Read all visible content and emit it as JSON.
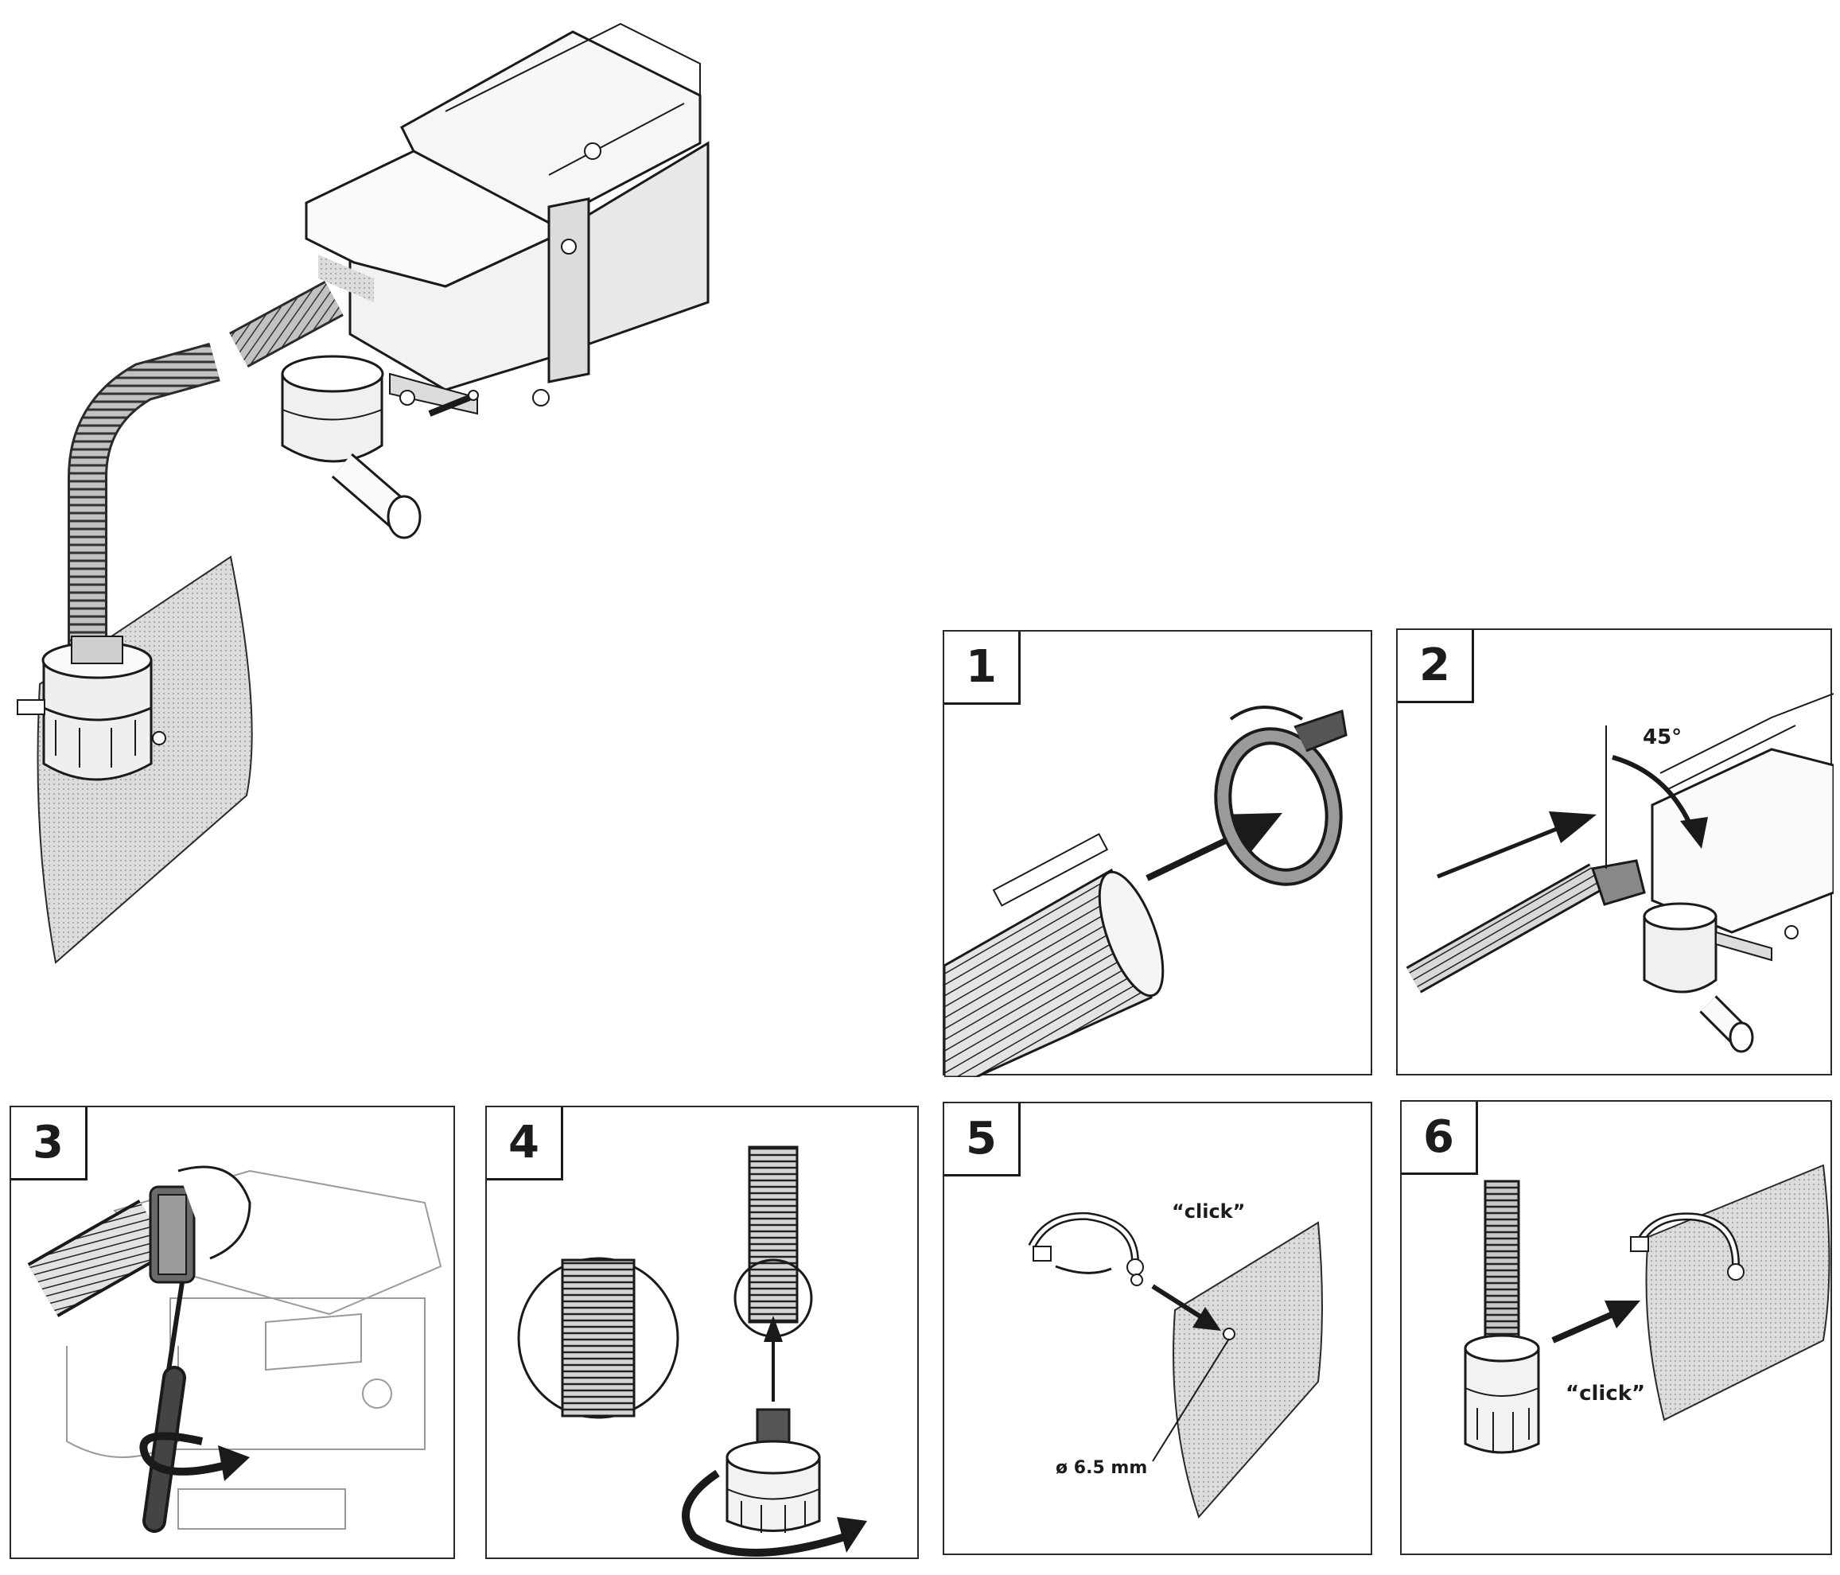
{
  "overview": {
    "label": "Heater with intake hose and intake silencer mounted on panel"
  },
  "steps": [
    {
      "number": "1",
      "texts": []
    },
    {
      "number": "2",
      "texts": [
        {
          "key": "angle",
          "text": "45°"
        }
      ]
    },
    {
      "number": "3",
      "texts": []
    },
    {
      "number": "4",
      "texts": []
    },
    {
      "number": "5",
      "texts": [
        {
          "key": "click",
          "text": "“click”"
        },
        {
          "key": "hole",
          "text": "ø 6.5 mm"
        }
      ]
    },
    {
      "number": "6",
      "texts": [
        {
          "key": "click",
          "text": "“click”"
        }
      ]
    }
  ],
  "colors": {
    "line": "#1a1a1a",
    "panel_fill": "#d9d9d9",
    "hose_fill": "#b8b8b8",
    "body_fill": "#f4f4f4"
  }
}
